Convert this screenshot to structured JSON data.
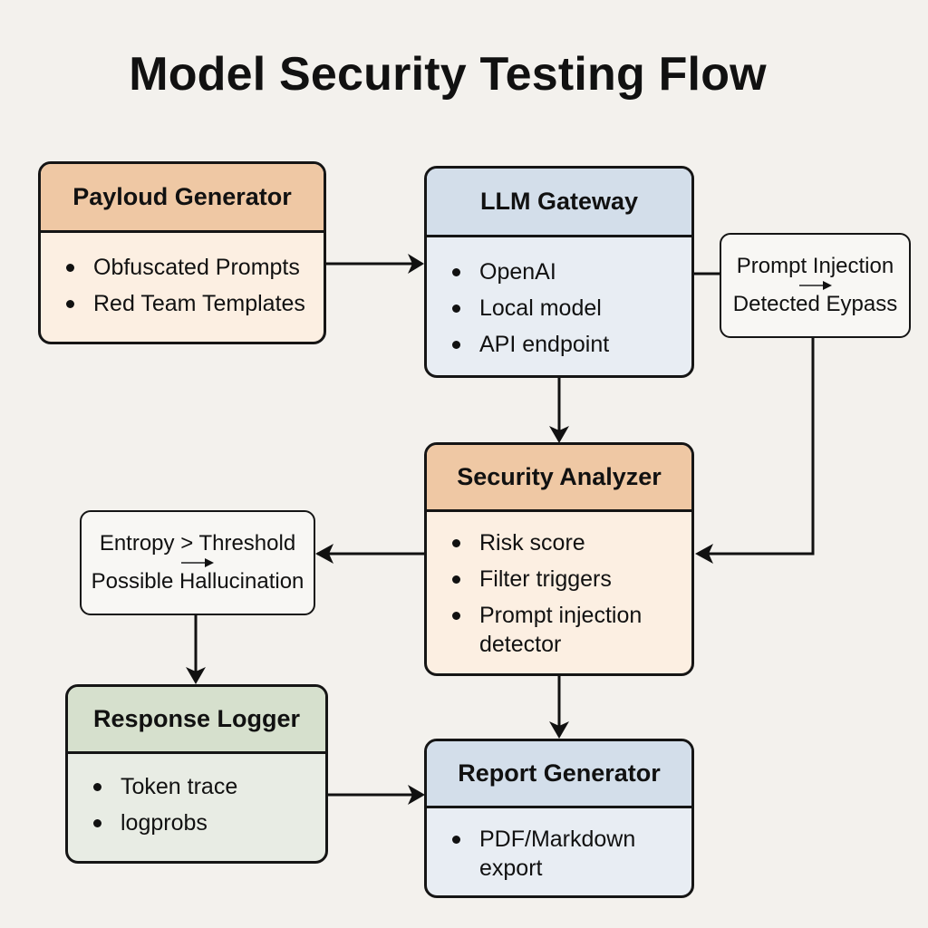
{
  "title": "Model Security Testing Flow",
  "colors": {
    "background": "#f3f1ed",
    "orange_header": "#efc8a4",
    "orange_body": "#fcefe2",
    "blue_header": "#d3deea",
    "blue_body": "#e8edf3",
    "green_header": "#d6e0cd",
    "green_body": "#e8ece4",
    "stroke": "#151515"
  },
  "nodes": {
    "payload_generator": {
      "title": "Payloud Generator",
      "items": [
        "Obfuscated Prompts",
        "Red Team Templates"
      ]
    },
    "llm_gateway": {
      "title": "LLM Gateway",
      "items": [
        "OpenAI",
        "Local model",
        "API endpoint"
      ]
    },
    "security_analyzer": {
      "title": "Security Analyzer",
      "items": [
        "Risk score",
        "Filter triggers",
        "Prompt injection detector"
      ]
    },
    "response_logger": {
      "title": "Response Logger",
      "items": [
        "Token trace",
        "logprobs"
      ]
    },
    "report_generator": {
      "title": "Report Generator",
      "items": [
        "PDF/Markdown export"
      ]
    }
  },
  "notes": {
    "prompt_injection": {
      "line1": "Prompt Injection",
      "line2": "Detected Eypass"
    },
    "entropy": {
      "line1": "Entropy > Threshold",
      "line2": "Possible Hallucination"
    }
  },
  "edges": [
    {
      "from": "payload_generator",
      "to": "llm_gateway"
    },
    {
      "from": "llm_gateway",
      "to": "prompt_injection_note"
    },
    {
      "from": "prompt_injection_note",
      "to": "security_analyzer"
    },
    {
      "from": "llm_gateway",
      "to": "security_analyzer"
    },
    {
      "from": "security_analyzer",
      "to": "entropy_note"
    },
    {
      "from": "entropy_note",
      "to": "response_logger"
    },
    {
      "from": "security_analyzer",
      "to": "report_generator"
    },
    {
      "from": "response_logger",
      "to": "report_generator"
    }
  ]
}
